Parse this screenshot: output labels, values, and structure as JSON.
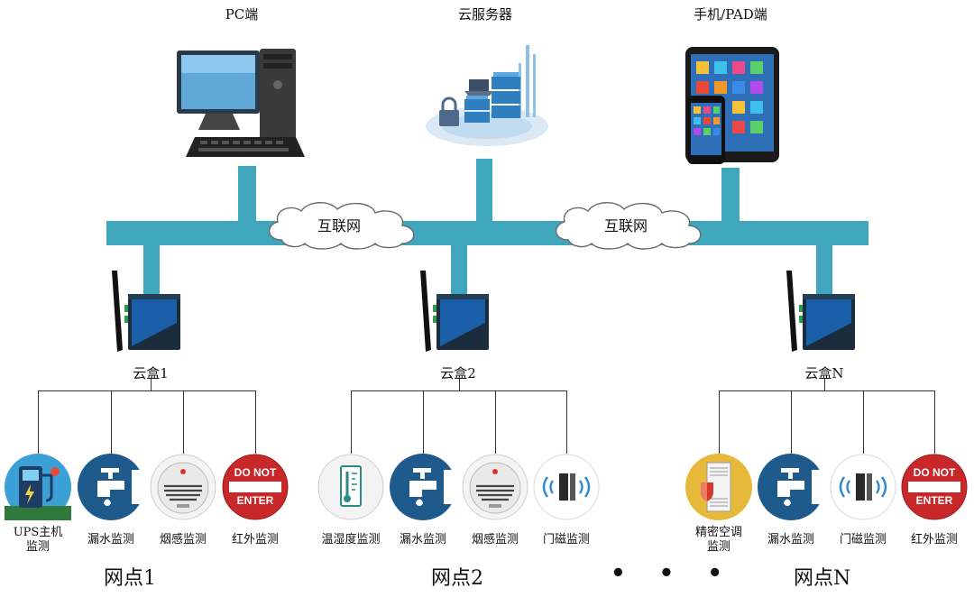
{
  "top": {
    "pc_label": "PC端",
    "server_label": "云服务器",
    "mobile_label": "手机/PAD端"
  },
  "network": {
    "cloud_left_label": "互联网",
    "cloud_right_label": "互联网"
  },
  "boxes": {
    "box1_label": "云盒1",
    "box2_label": "云盒2",
    "boxN_label": "云盒N"
  },
  "sites": {
    "site1_label": "网点1",
    "site2_label": "网点2",
    "siteN_label": "网点N",
    "ellipsis": "• • •"
  },
  "sensors": {
    "site1": [
      "UPS主机\n监测",
      "漏水监测",
      "烟感监测",
      "红外监测"
    ],
    "site2": [
      "温湿度监测",
      "漏水监测",
      "烟感监测",
      "门磁监测"
    ],
    "siteN": [
      "精密空调\n监测",
      "漏水监测",
      "门磁监测",
      "红外监测"
    ]
  },
  "signs": {
    "do_not": "DO NOT",
    "enter": "ENTER"
  },
  "colors": {
    "bus": "#3fa6bc",
    "faucet_bg": "#1f5a8c",
    "stop_sign": "#c8282a",
    "ups_bg": "#3aa0d6",
    "hvac_bg": "#e6b93a"
  }
}
